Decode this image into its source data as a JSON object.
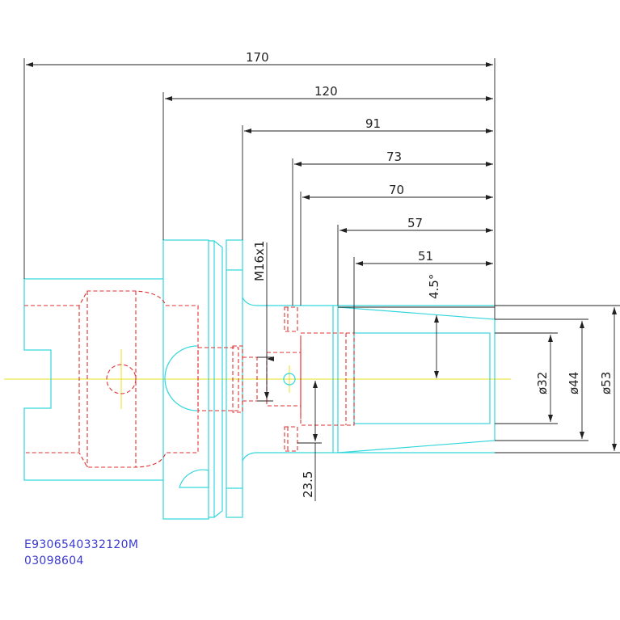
{
  "drawing": {
    "dimensions": {
      "d170": "170",
      "d120": "120",
      "d91": "91",
      "d73": "73",
      "d70": "70",
      "d57": "57",
      "d51": "51",
      "thread": "M16x1",
      "angle": "4.5°",
      "d23_5": "23.5",
      "dia32": "ø32",
      "dia44": "ø44",
      "dia53": "ø53"
    },
    "codes": {
      "part_number": "E9306540332120M",
      "order_number": "03098604"
    },
    "colors": {
      "outline": "#33d6dc",
      "hidden": "#e23030",
      "center": "#e8e020",
      "dimension": "#222222",
      "code_text": "#3a3ad0"
    }
  }
}
